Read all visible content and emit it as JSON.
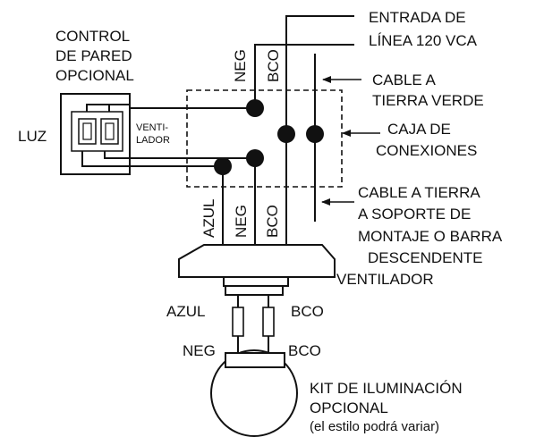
{
  "labels": {
    "wall_control_line1": "CONTROL",
    "wall_control_line2": "DE PARED",
    "wall_control_line3": "OPCIONAL",
    "luz": "LUZ",
    "ventilador_switch_line1": "VENTI-",
    "ventilador_switch_line2": "LADOR",
    "neg_top": "NEG",
    "bco_top": "BCO",
    "supply_line1": "ENTRADA DE",
    "supply_line2": "LÍNEA 120 VCA",
    "ground_green_line1": "CABLE A",
    "ground_green_line2": "TIERRA VERDE",
    "junction_box_line1": "CAJA DE",
    "junction_box_line2": "CONEXIONES",
    "ground_bracket_line1": "CABLE A TIERRA",
    "ground_bracket_line2": "A SOPORTE DE",
    "ground_bracket_line3": "MONTAJE O BARRA",
    "ground_bracket_line4": "DESCENDENTE",
    "azul_fan": "AZUL",
    "neg_fan": "NEG",
    "bco_fan": "BCO",
    "ventilador": "VENTILADOR",
    "azul_light": "AZUL",
    "bco_light": "BCO",
    "neg_kit": "NEG",
    "bco_kit": "BCO",
    "kit_line1": "KIT DE ILUMINACIÓN",
    "kit_line2": "OPCIONAL",
    "kit_line3": "(el estilo podrá variar)"
  }
}
